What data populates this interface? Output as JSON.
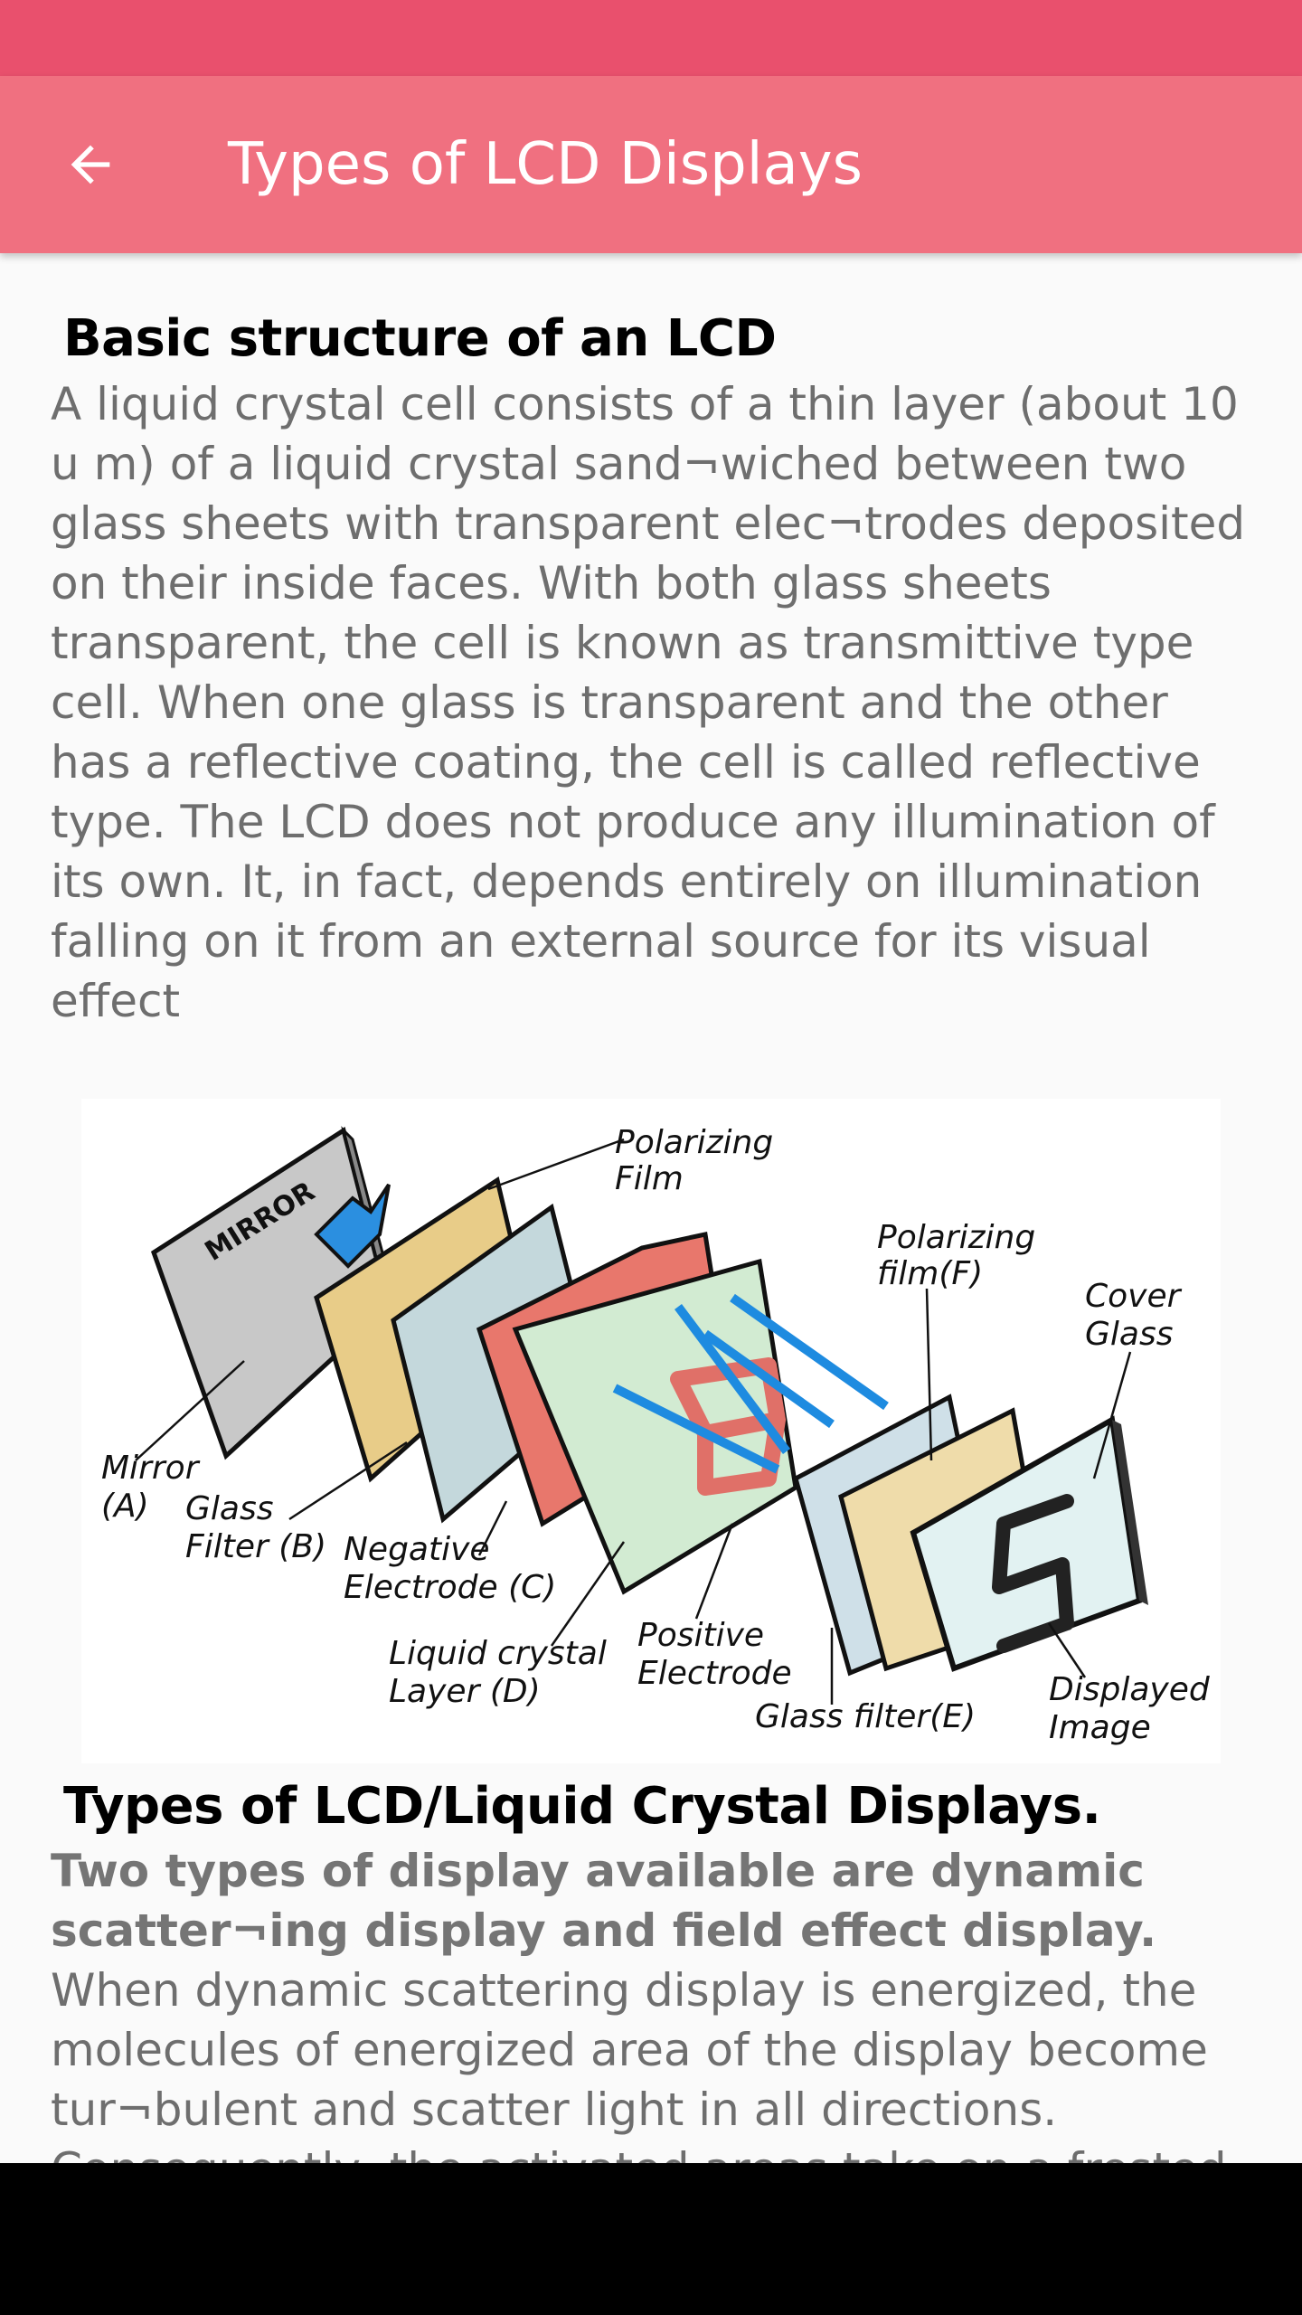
{
  "app_bar": {
    "title": "Types of LCD Displays",
    "back_icon": "arrow-left-icon"
  },
  "colors": {
    "status_bar": "#e9506d",
    "app_bar": "#f07080",
    "background": "#fafafa",
    "body_text": "#6e6e6e"
  },
  "sections": [
    {
      "title": "Basic structure of an LCD",
      "body": "A liquid crystal cell consists of a thin layer (about 10 u m) of a liquid crystal sand¬wiched between two glass sheets with transparent elec¬trodes deposited on their inside faces. With both glass sheets transparent, the cell is known as transmittive type cell. When one glass is transparent and the other has a reflective coating, the cell is called reflective type. The LCD does not produce any illumination of its own. It, in fact, depends entirely on illumination falling on it from an external source for its visual effect"
    },
    {
      "title": "Types of LCD/Liquid Crystal Displays.",
      "lead": "Two types of display available are dynamic scatter¬ing display and field effect display.",
      "body": "When dynamic scattering display is energized, the molecules of energized area of the display become tur¬bulent and scatter light in all directions. Consequently, the activated areas take on a frosted"
    }
  ],
  "diagram": {
    "labels": {
      "mirror_plate": "MIRROR",
      "polarizing_film": "Polarizing",
      "polarizing_film_2": "Film",
      "polarizing_film_f": "Polarizing",
      "polarizing_film_f_2": "film(F)",
      "cover_glass": "Cover",
      "cover_glass_2": "Glass",
      "mirror": "Mirror",
      "mirror_2": "(A)",
      "glass_filter_b": "Glass",
      "glass_filter_b_2": "Filter (B)",
      "negative_electrode": "Negative",
      "negative_electrode_2": "Electrode (C)",
      "liquid_crystal": "Liquid crystal",
      "liquid_crystal_2": "Layer (D)",
      "positive_electrode": "Positive",
      "positive_electrode_2": "Electrode",
      "glass_filter_e": "Glass filter(E)",
      "displayed_image": "Displayed",
      "displayed_image_2": "Image"
    }
  }
}
